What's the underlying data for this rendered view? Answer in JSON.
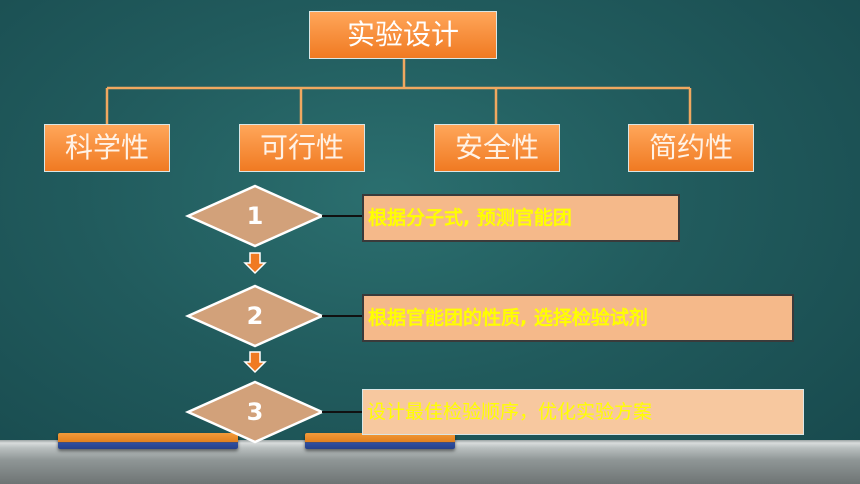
{
  "diagram": {
    "title": "实验设计",
    "properties": [
      "科学性",
      "可行性",
      "安全性",
      "简约性"
    ],
    "steps": [
      {
        "number": "1",
        "text": "根据分子式, 预测官能团"
      },
      {
        "number": "2",
        "text": "根据官能团的性质, 选择检验试剂"
      },
      {
        "number": "3",
        "text": "设计最佳检验顺序，优化实验方案"
      }
    ]
  },
  "colors": {
    "board": "#215b5d",
    "box_fill": "#f07a22",
    "connector": "#f0a860",
    "diamond_fill": "#d2a17a",
    "step_fill": "#f5b98a",
    "step_text": "#ffff00"
  }
}
